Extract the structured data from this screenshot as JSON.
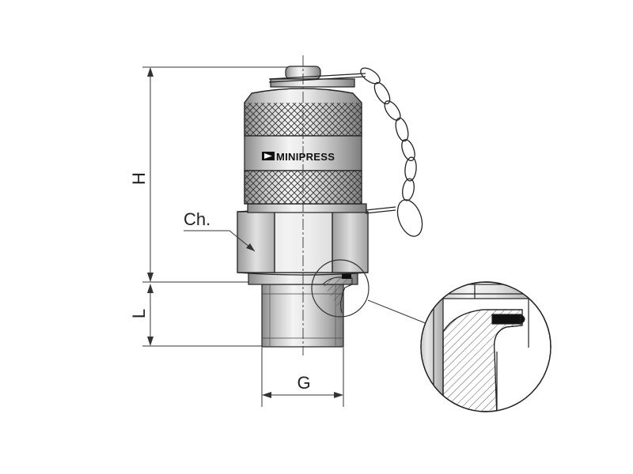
{
  "labels": {
    "height": "H",
    "thread_length": "L",
    "thread": "G",
    "hex": "Ch.",
    "brand": "MINIPRESS"
  }
}
